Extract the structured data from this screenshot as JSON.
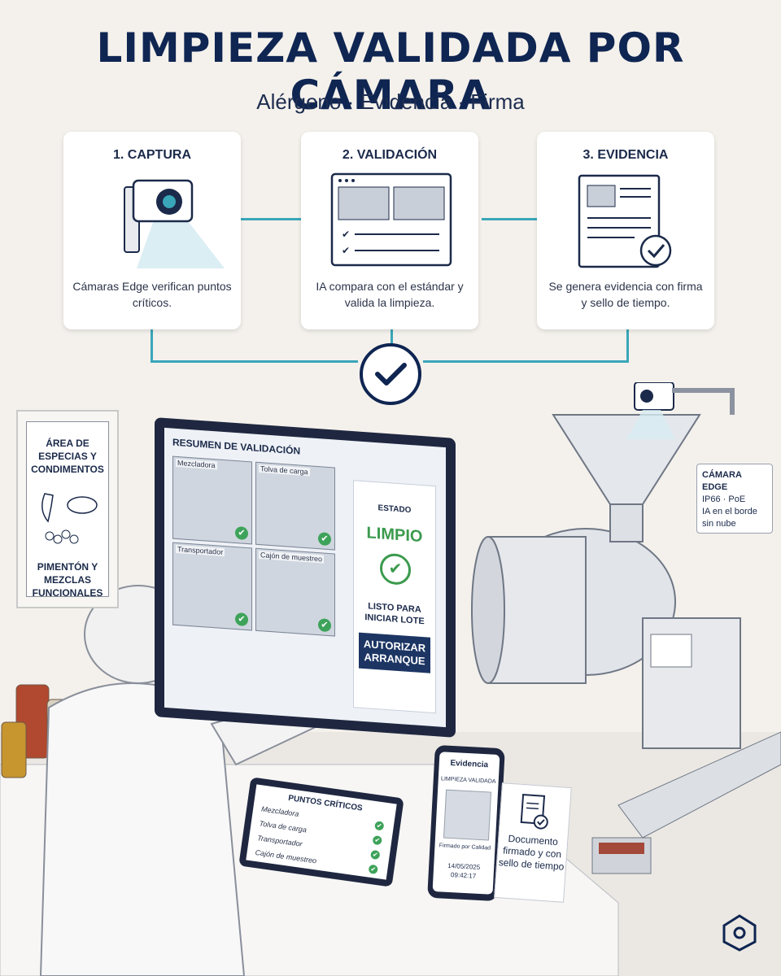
{
  "header": {
    "title": "LIMPIEZA VALIDADA POR CÁMARA",
    "subtitle": "Alérgeno · Evidencia · Firma"
  },
  "steps": [
    {
      "title": "1. CAPTURA",
      "description": "Cámaras Edge verifican puntos críticos."
    },
    {
      "title": "2. VALIDACIÓN",
      "description": "IA compara con el estándar y valida la limpieza."
    },
    {
      "title": "3. EVIDENCIA",
      "description": "Se genera evidencia con firma y sello de tiempo."
    }
  ],
  "sign": {
    "top": "ÁREA DE ESPECIAS Y CONDIMENTOS",
    "bottom": "PIMENTÓN Y MEZCLAS FUNCIONALES"
  },
  "monitor": {
    "title": "RESUMEN DE VALIDACIÓN",
    "tiles": [
      "Mezcladora",
      "Tolva de carga",
      "Transportador",
      "Cajón de muestreo"
    ],
    "status_label": "ESTADO",
    "status_value": "LIMPIO",
    "ready_text": "LISTO PARA INICIAR LOTE",
    "button_label": "AUTORIZAR ARRANQUE"
  },
  "camera_label": {
    "title": "CÁMARA EDGE",
    "line1": "IP66 · PoE",
    "line2": "IA en el borde sin nube"
  },
  "tablet": {
    "title": "PUNTOS CRÍTICOS",
    "items": [
      "Mezcladora",
      "Tolva de carga",
      "Transportador",
      "Cajón de muestreo"
    ]
  },
  "phone": {
    "title": "Evidencia",
    "subtitle": "LIMPIEZA VALIDADA",
    "signed": "Firmado por Calidad",
    "date": "14/05/2025",
    "time": "09:42:17"
  },
  "document": {
    "text": "Documento firmado y con sello de tiempo"
  },
  "colors": {
    "navy": "#0f2552",
    "accent": "#3aa6b9",
    "ok_green": "#3b9a4e",
    "background": "#f4f1ec"
  }
}
